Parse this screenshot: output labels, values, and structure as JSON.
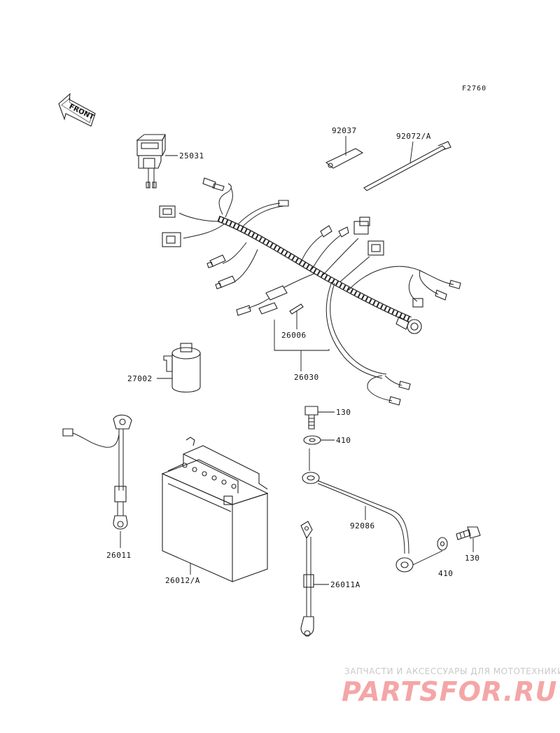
{
  "figure_code": "F2760",
  "front_label": "FRONT",
  "parts": {
    "meter": "25031",
    "pad": "92037",
    "clamp": "92072/A",
    "connector": "26006",
    "harness": "26030",
    "relay": "27002",
    "bolt_top": "130",
    "washer_top": "410",
    "battery_lead": "26011",
    "battery": "26012/A",
    "ground_lead": "92086",
    "bolt_right": "130",
    "washer_right": "410",
    "lead_a": "26011A"
  },
  "watermark": {
    "tagline": "ЗАПЧАСТИ И АКСЕССУАРЫ ДЛЯ МОТОТЕХНИКИ",
    "logo": "PARTSFOR.RU",
    "color": "#f4a6a6"
  }
}
